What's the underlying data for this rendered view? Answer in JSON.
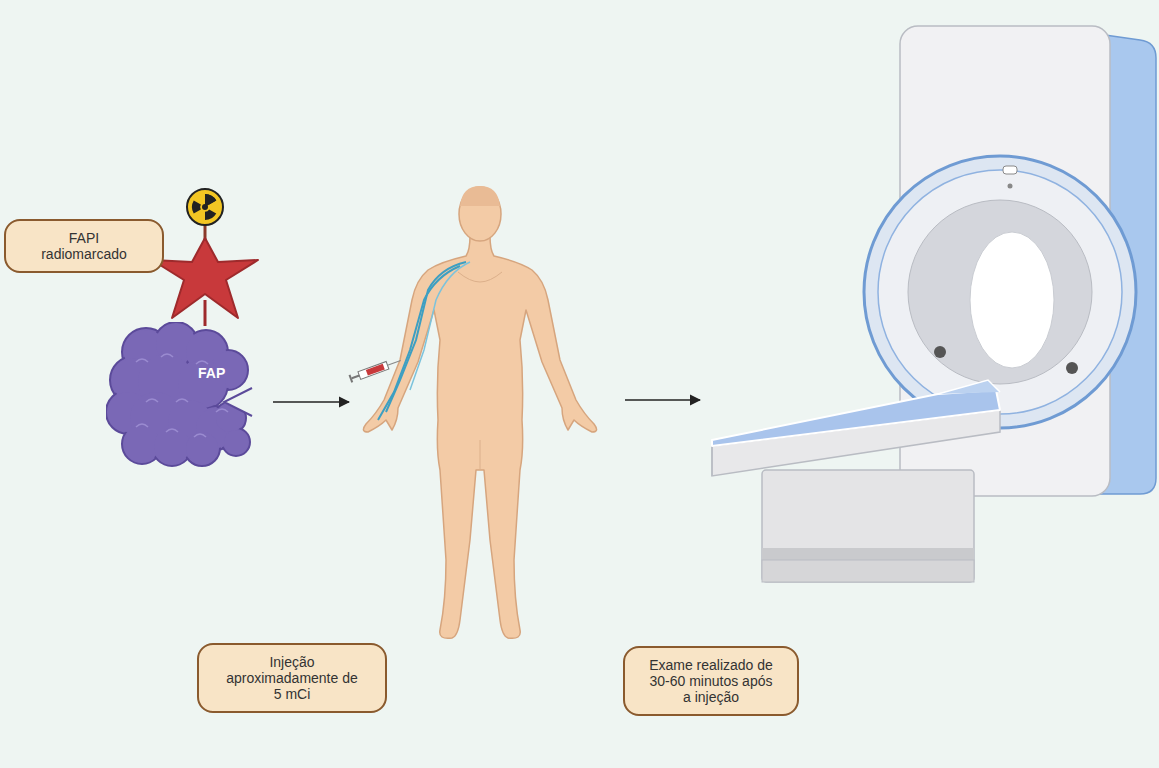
{
  "diagram": {
    "nodes": [
      {
        "text": [
          "FAPI radiomarcado"
        ]
      },
      {
        "text": [
          "FAP"
        ]
      },
      {
        "text": [
          "Injeção aproximadamente de 5 mCi"
        ]
      },
      {
        "text": [
          "Exame realizado de 30-60 minutos após a injeção"
        ]
      }
    ]
  }
}
